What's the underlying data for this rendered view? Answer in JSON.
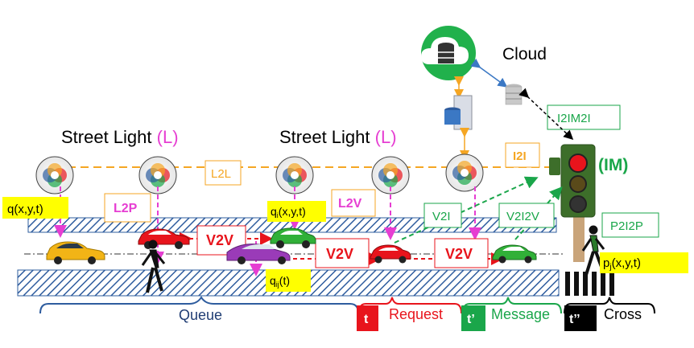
{
  "cloud": {
    "label": "Cloud"
  },
  "street_lights": [
    {
      "label": "Street Light ",
      "tag": "(L)"
    },
    {
      "label": "Street Light ",
      "tag": "(L)"
    }
  ],
  "links": {
    "l2l": "L2L",
    "l2p": "L2P",
    "l2v": "L2V",
    "i2i": "I2I",
    "i2im2i": "I2IM2I",
    "v2i": "V2I",
    "v2i2v": "V2I2V",
    "p2i2p": "P2I2P",
    "v2v": [
      "V2V",
      "V2V",
      "V2V"
    ]
  },
  "traffic_light": {
    "label": "(IM)"
  },
  "positions": {
    "q": "q(x,y,t)",
    "qi": "qi(x,y,t)",
    "qij": "qij(t)",
    "pj": "pj(x,y,t)"
  },
  "legend": {
    "queue": "Queue",
    "request_time": "t",
    "request": "Request",
    "message_time": "t’",
    "message": "Message",
    "cross_time": "t’’",
    "cross": "Cross"
  },
  "colors": {
    "orange": "#f5a623",
    "pink": "#e63ed2",
    "green": "#1aa64a",
    "red": "#e8141c",
    "yellow_bg": "#ffff00",
    "road_stripe": "#2e5c9e"
  }
}
